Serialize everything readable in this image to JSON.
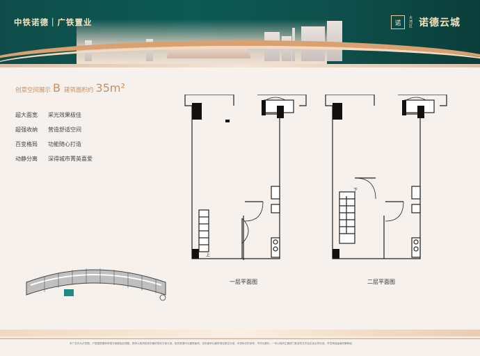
{
  "banner": {
    "brand_left": "中铁诺德｜广铁置业",
    "logo_glyph": "诺",
    "brand_sub": "大湾区",
    "brand_name": "诺德云城",
    "accent": "#0c5a55"
  },
  "title": {
    "prefix": "创意空间展示",
    "unit_letter": "B",
    "area_label": "建筑面积约",
    "area_value": "35m²",
    "color": "#c98e63"
  },
  "features": [
    {
      "a": "超大面宽",
      "b": "采光效果极佳"
    },
    {
      "a": "超强收纳",
      "b": "营造舒适空间"
    },
    {
      "a": "百变格局",
      "b": "功能随心打造"
    },
    {
      "a": "动静分离",
      "b": "深得城市菁英喜爱"
    }
  ],
  "plans": {
    "first": {
      "caption": "一层平面图",
      "stair_label": "上"
    },
    "second": {
      "caption": "二层平面图",
      "stair_label": "下"
    }
  },
  "disclaimer": "本广告内为示意图，户型图根据单体报方案做相应调整，具体以政府批准的最终规划方案为准，相关数据均为建筑面积，实际面积以最终测绘报告为准，本资料仅供参考，不作为要约，一切以政府主管部门批准的文件及买卖合同为准，开发商保留最终解释权"
}
